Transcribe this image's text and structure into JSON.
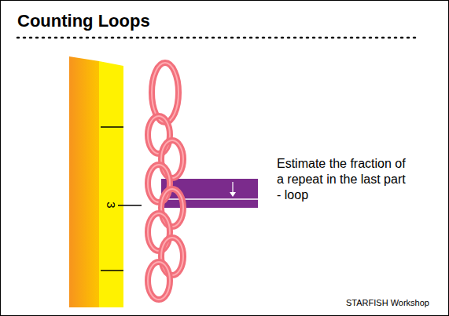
{
  "diagram": {
    "title": "Counting Loops",
    "labels": [
      "3",
      "Estimate the fraction of a repeat in the last part - loop",
      "STARFISH Workshop"
    ]
  }
}
